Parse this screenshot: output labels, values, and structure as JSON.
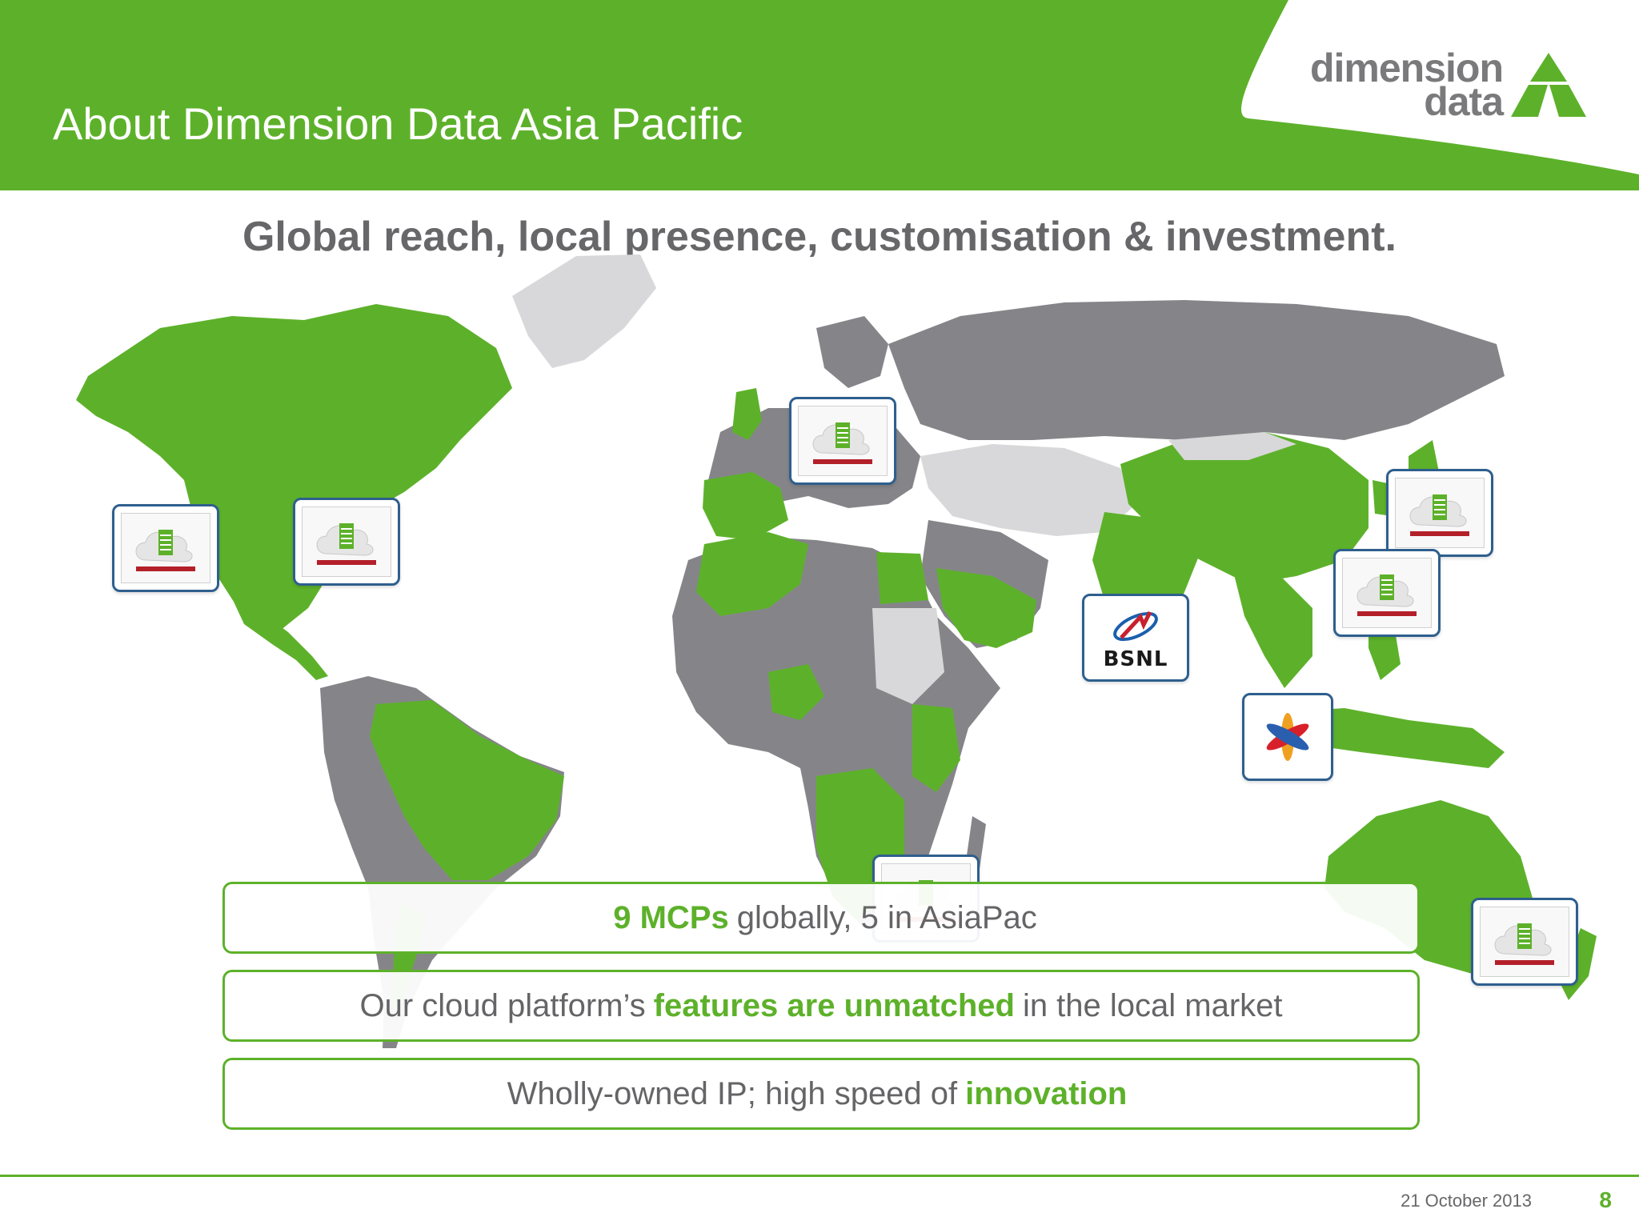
{
  "header": {
    "title": "About Dimension Data Asia Pacific",
    "logo_line1": "dimension",
    "logo_line2": "data"
  },
  "subtitle": "Global reach, local presence, customisation & investment.",
  "map": {
    "markers": [
      {
        "name": "mcp-marker-us-west",
        "type": "mcp",
        "label": "Dimension Data Cloud MCP"
      },
      {
        "name": "mcp-marker-us-east",
        "type": "mcp",
        "label": "Dimension Data Cloud MCP"
      },
      {
        "name": "mcp-marker-europe",
        "type": "mcp",
        "label": "Dimension Data Cloud MCP"
      },
      {
        "name": "mcp-marker-japan",
        "type": "mcp",
        "label": "Dimension Data Cloud MCP"
      },
      {
        "name": "mcp-marker-hong-kong",
        "type": "mcp",
        "label": "Dimension Data Cloud MCP"
      },
      {
        "name": "mcp-marker-africa",
        "type": "mcp",
        "label": "Dimension Data Cloud MCP"
      },
      {
        "name": "mcp-marker-australia",
        "type": "mcp",
        "label": "Dimension Data Cloud MCP"
      },
      {
        "name": "bsnl-marker",
        "type": "partner",
        "label": "BSNL"
      },
      {
        "name": "partner-marker-indonesia",
        "type": "partner",
        "label": ""
      }
    ],
    "colors": {
      "presence": "#5db12a",
      "other": "#858589",
      "light": "#d8d8da"
    }
  },
  "callouts": [
    {
      "before": "",
      "highlight": "9 MCPs",
      "after": "globally, 5 in AsiaPac"
    },
    {
      "before": "Our cloud platform’s",
      "highlight": "features are unmatched",
      "after": "in the local market"
    },
    {
      "before": "Wholly-owned IP; high speed of",
      "highlight": "innovation",
      "after": ""
    }
  ],
  "footer": {
    "date": "21 October 2013",
    "page": "8"
  },
  "colors": {
    "brand_green": "#5db12a",
    "text_gray": "#67676a",
    "marker_border": "#2e5f8e"
  }
}
